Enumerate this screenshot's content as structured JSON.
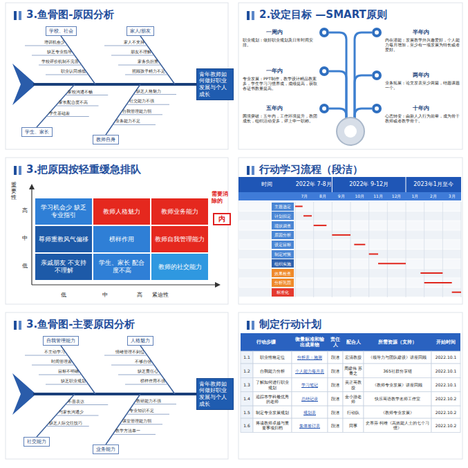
{
  "diagram": {
    "nodes": [
      {
        "text": [
          "青年教师如何做好职业发展与个人成长"
        ]
      },
      {
        "text": [
          "学校、社会"
        ]
      },
      {
        "text": [
          "家人/朋友"
        ]
      },
      {
        "text": [
          "学生、家长"
        ]
      },
      {
        "text": [
          "教师自身"
        ]
      },
      {
        "text": [
          "学习机会少 缺乏专业指引"
        ]
      },
      {
        "text": [
          "教师人格魅力"
        ]
      },
      {
        "text": [
          "教师业务能力"
        ]
      },
      {
        "text": [
          "尊师重教风气偏移"
        ]
      },
      {
        "text": [
          "榜样作用"
        ]
      },
      {
        "text": [
          "教师自我管理能力"
        ]
      },
      {
        "text": [
          "亲戚朋友 不支持不理解"
        ]
      },
      {
        "text": [
          "学生、家长 配合度不高"
        ]
      },
      {
        "text": [
          "教师的社交能力"
        ]
      },
      {
        "text": [
          "内"
        ]
      },
      {
        "text": [
          "主题选定"
        ]
      },
      {
        "text": [
          "计划拟定"
        ]
      },
      {
        "text": [
          "现状调查"
        ]
      },
      {
        "text": [
          "原因分析"
        ]
      },
      {
        "text": [
          "设定目标"
        ]
      },
      {
        "text": [
          "制定对策"
        ]
      },
      {
        "text": [
          "组织实施"
        ]
      },
      {
        "text": [
          "效果检查"
        ]
      },
      {
        "text": [
          "分析巩固"
        ]
      },
      {
        "text": [
          "标准化"
        ]
      },
      {
        "text": [
          "青年教师如何做好职业发展与个人成长"
        ]
      },
      {
        "text": [
          "自我管理能力"
        ]
      },
      {
        "text": [
          "人格魅力"
        ]
      },
      {
        "text": [
          "社交能力"
        ]
      },
      {
        "text": [
          "业务能力"
        ]
      }
    ],
    "labels": [
      "3.鱼骨图-原因分析",
      "培训机会少",
      "缺乏专业指导",
      "学校评价机制不完善",
      "职业认同感低",
      "家人不支持",
      "朋友不理解",
      "家务负担重",
      "照顾孩子精力不足",
      "学生基础差",
      "家长配合度不高",
      "家校沟通不畅",
      "业务能力不足",
      "自我管理能力弱",
      "社交能力不强",
      "缺乏人格魅力",
      "2.设定目标 —SMART原则",
      "一周内",
      "职业规划：做好职业规划及日常时间安排。",
      "一年内",
      "专业发展：PPT制作，教学设计精品教案多，学生学习习惯养成，成绩提高，获取各证书数量提高。",
      "五年内",
      "困境突破：五年内，工作环境提升，教团成长，组织活动变多，评上中一职称。",
      "半年内",
      "内在潜能：发展教学外兴趣爱好，个人能力每月增加，至少有一项发展为特长或者爱好。",
      "两年内",
      "业务拓展：论文发表至少两篇，结题课题一个。",
      "十年内",
      "心态转变：由新人入行为前辈，成为骨干教师或者教学骨干。",
      "3.把原因按轻重缓急排队",
      "重要性",
      "高",
      "中",
      "低",
      "低",
      "中",
      "高",
      "紧迫性",
      "需要消除的",
      "行动学习流程（段洁）",
      "时间",
      "2022年 7-8月",
      "2022年 9-12月",
      "2023年1月至今",
      "7月",
      "8月",
      "9月",
      "10月",
      "11月",
      "12月",
      "1月",
      "2月",
      "3月",
      "3.鱼骨图-主要原因分析",
      "不主动学习",
      "时间管理差",
      "目标不明确",
      "缺乏职业规划",
      "情绪管理不到位",
      "不够自信",
      "缺乏责任心",
      "榜样作用不强",
      "缺乏人际交往技巧",
      "与家长沟通少",
      "不善表达",
      "教学方法单一",
      "课堂管理能力弱",
      "专业知识不足",
      "教研能力不强",
      "制定行动计划",
      "行动步骤",
      "衡量标准和输出成果物",
      "责任人",
      "配合人",
      "所需资源（支持）",
      "开始时间",
      "1.1",
      "职业性格定位",
      "分析表：施测",
      "段洁",
      "宏清教授",
      "《领导力与团队建设》讲座回顾",
      "2022.10.1",
      "1.2",
      "自我能力分析",
      "个人能力每月表",
      "段洁",
      "周建伟 苏青之",
      "365社群分享链",
      "2022.10.1",
      "1.3",
      "了解如何进行职业规划",
      "学习笔记",
      "段洁",
      "吴正英教授",
      "《教师专业发展》讲座回顾",
      "2022.10.1",
      "1.4",
      "追踪本学科最优秀的老师",
      "总结记录",
      "段洁",
      "金小游老师",
      "快乐英语教学名师工作室",
      "2022.10.2",
      "1.5",
      "制定专业发展规划",
      "规划表",
      "段洁",
      "行动队",
      "《教师专业发展》",
      "2022.10.2",
      "1.6",
      "将读教师卓越与重要事项归档",
      "集体签订表",
      "段洁",
      "同事",
      "史蒂芬·柯维《高效能人士的七个习惯》",
      "2022.10.2"
    ]
  }
}
